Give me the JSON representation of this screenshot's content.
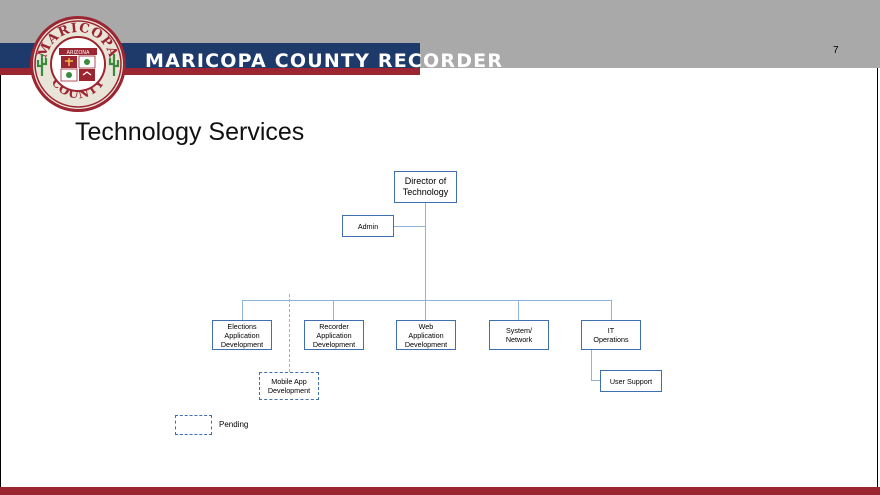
{
  "header": {
    "brand_title": "MARICOPA COUNTY RECORDER",
    "page_number": "7",
    "seal": {
      "top_text": "MARICOPA",
      "state_text": "ARIZONA",
      "bottom_text": "COUNTY"
    }
  },
  "slide": {
    "title": "Technology Services"
  },
  "org_chart": {
    "director": "Director of\nTechnology",
    "admin": "Admin",
    "departments": [
      "Elections\nApplication\nDevelopment",
      "Recorder\nApplication\nDevelopment",
      "Web\nApplication\nDevelopment",
      "System/\nNetwork",
      "IT\nOperations"
    ],
    "pending_unit": "Mobile App\nDevelopment",
    "sub_unit": "User Support"
  },
  "legend": {
    "pending_label": "Pending"
  },
  "colors": {
    "header_gray": "#a9a9a9",
    "brand_blue": "#1e3a6b",
    "brand_red": "#9b2531",
    "box_border": "#3f6fae",
    "connector": "#8fb3d9"
  }
}
